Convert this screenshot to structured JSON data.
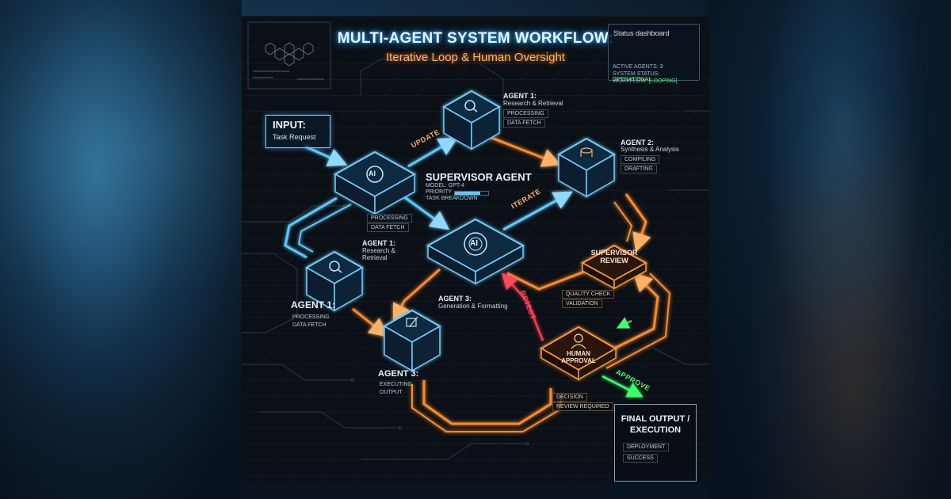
{
  "header": {
    "title": "MULTI-AGENT SYSTEM WORKFLOW:",
    "subtitle": "Iterative Loop & Human Oversight"
  },
  "status_dashboard": {
    "title": "Status dashboard",
    "active_agents_label": "ACTIVE AGENTS:",
    "active_agents_value": "3",
    "system_status_label": "SYSTEM STATUS:",
    "system_status_value": "OPERATIONAL",
    "workflow_label": "WORKFLOW:",
    "workflow_value": "[LOOPING]"
  },
  "input": {
    "title": "INPUT:",
    "subtitle": "Task Request"
  },
  "supervisor": {
    "title": "SUPERVISOR AGENT",
    "model": "MODEL: GPT-4",
    "priority": "PRIORITY",
    "task": "TASK BREAKDOWN",
    "priority_level": 0.75,
    "tags": [
      "PROCESSING",
      "DATA FETCH"
    ]
  },
  "agent1_top": {
    "title": "AGENT 1:",
    "subtitle": "Research & Retrieval",
    "tags": [
      "PROCESSING",
      "DATA FETCH"
    ]
  },
  "agent2": {
    "title": "AGENT 2:",
    "subtitle": "Synthesis & Analysis",
    "tags": [
      "COMPILING",
      "DRAFTING"
    ]
  },
  "agent1_left": {
    "title": "AGENT 1:",
    "subtitle_line1": "Research &",
    "subtitle_line2": "Retrieval",
    "big_title": "AGENT 1:",
    "tags": [
      "PROCESSING",
      "DATA FETCH"
    ]
  },
  "agent3": {
    "title": "AGENT 3:",
    "subtitle": "Generation & Formatting",
    "big_title": "AGENT 3:",
    "tags": [
      "EXECUTING",
      "OUTPUT"
    ]
  },
  "supervisor_review": {
    "line1": "SUPERVISOR",
    "line2": "REVIEW",
    "tags": [
      "QUALITY CHECK",
      "VALIDATION"
    ]
  },
  "human_approval": {
    "line1": "HUMAN",
    "line2": "APPROVAL",
    "tags": [
      "DECISION",
      "REVIEW REQUIRED"
    ]
  },
  "final": {
    "title_line1": "FINAL OUTPUT /",
    "title_line2": "EXECUTION",
    "tags": [
      "DEPLOYMENT",
      "SUCCESS"
    ]
  },
  "arrows": {
    "update": "UPDATE",
    "iterate": "ITERATE",
    "reject": "REJECT",
    "approve": "APPROVE"
  },
  "chip_labels": {
    "ai": "AI"
  },
  "colors": {
    "blue": "#39b8ff",
    "orange": "#ff8a2a",
    "red": "#ff3a4a",
    "green": "#3cff6a"
  }
}
